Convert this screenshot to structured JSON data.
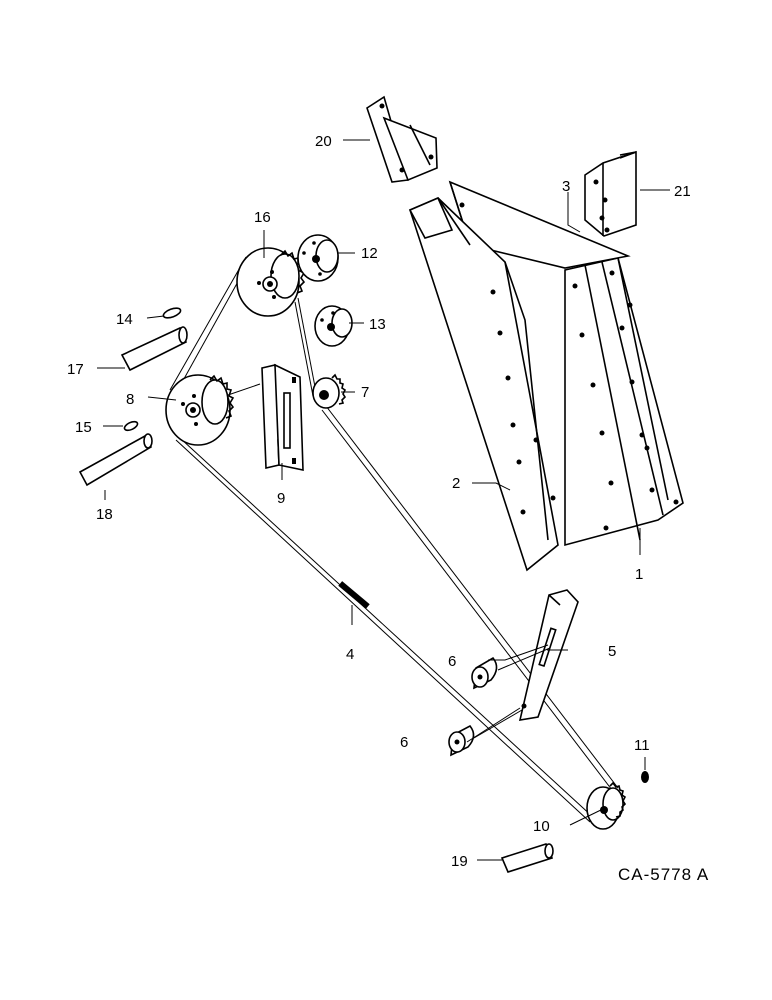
{
  "diagram_code": "CA-5778 A",
  "callouts": {
    "c1": "1",
    "c2": "2",
    "c3": "3",
    "c4": "4",
    "c5": "5",
    "c6a": "6",
    "c6b": "6",
    "c7": "7",
    "c8": "8",
    "c9": "9",
    "c10": "10",
    "c11": "11",
    "c12": "12",
    "c13": "13",
    "c14": "14",
    "c15": "15",
    "c16": "16",
    "c17": "17",
    "c18": "18",
    "c19": "19",
    "c20": "20",
    "c21": "21"
  }
}
